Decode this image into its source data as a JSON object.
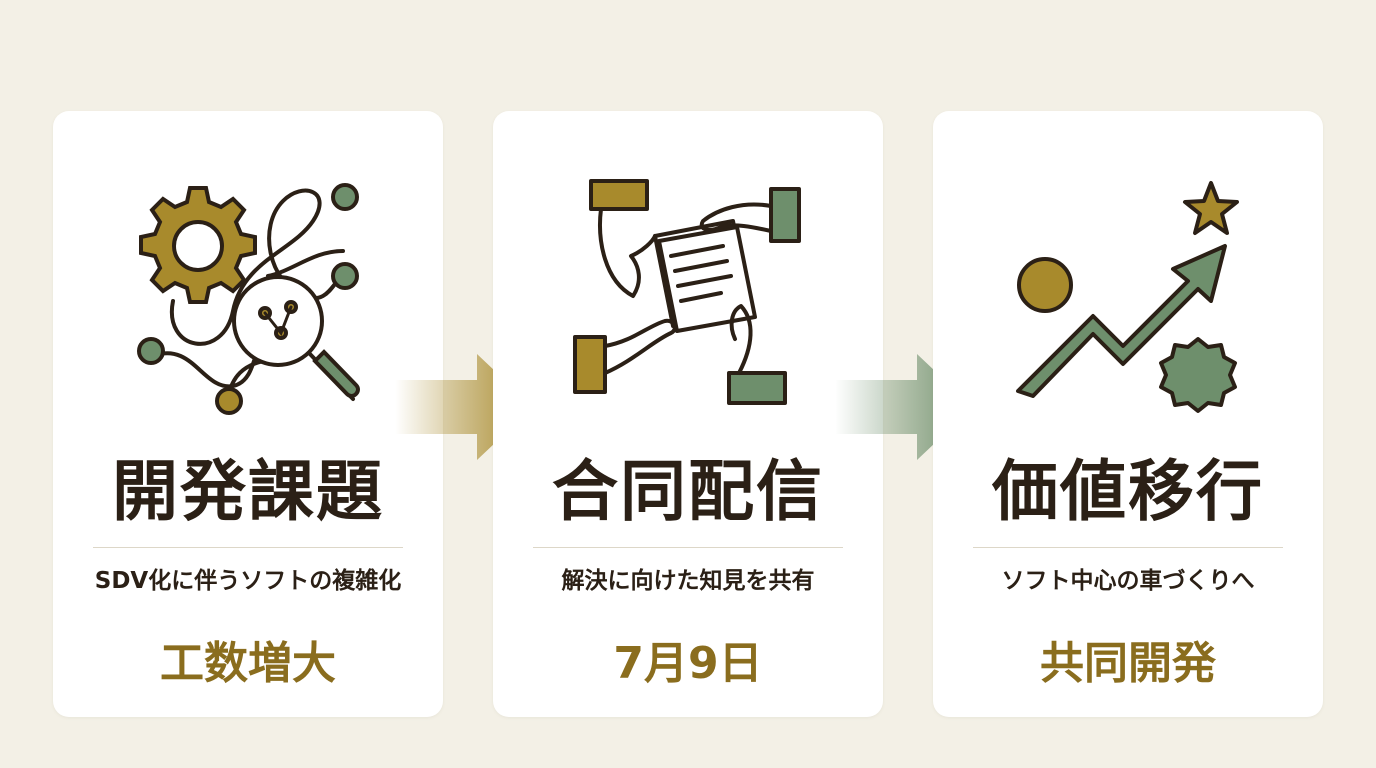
{
  "colors": {
    "background": "#f3f0e6",
    "card": "#ffffff",
    "gold": "#a88a2c",
    "green": "#6e8f6c",
    "dark": "#2b2016",
    "highlight": "#8a6d1e"
  },
  "cards": [
    {
      "icon": "gear-network-magnifier-icon",
      "title": "開発課題",
      "subtitle": "SDV化に伴うソフトの複雑化",
      "highlight": "工数増大"
    },
    {
      "icon": "handshake-document-icon",
      "title": "合同配信",
      "subtitle": "解決に向けた知見を共有",
      "highlight": "7月9日"
    },
    {
      "icon": "growth-arrow-star-icon",
      "title": "価値移行",
      "subtitle": "ソフト中心の車づくりへ",
      "highlight": "共同開発"
    }
  ],
  "arrows": [
    {
      "icon": "arrow-right-icon",
      "color": "#a88a2c"
    },
    {
      "icon": "arrow-right-icon",
      "color": "#6e8f6c"
    }
  ]
}
